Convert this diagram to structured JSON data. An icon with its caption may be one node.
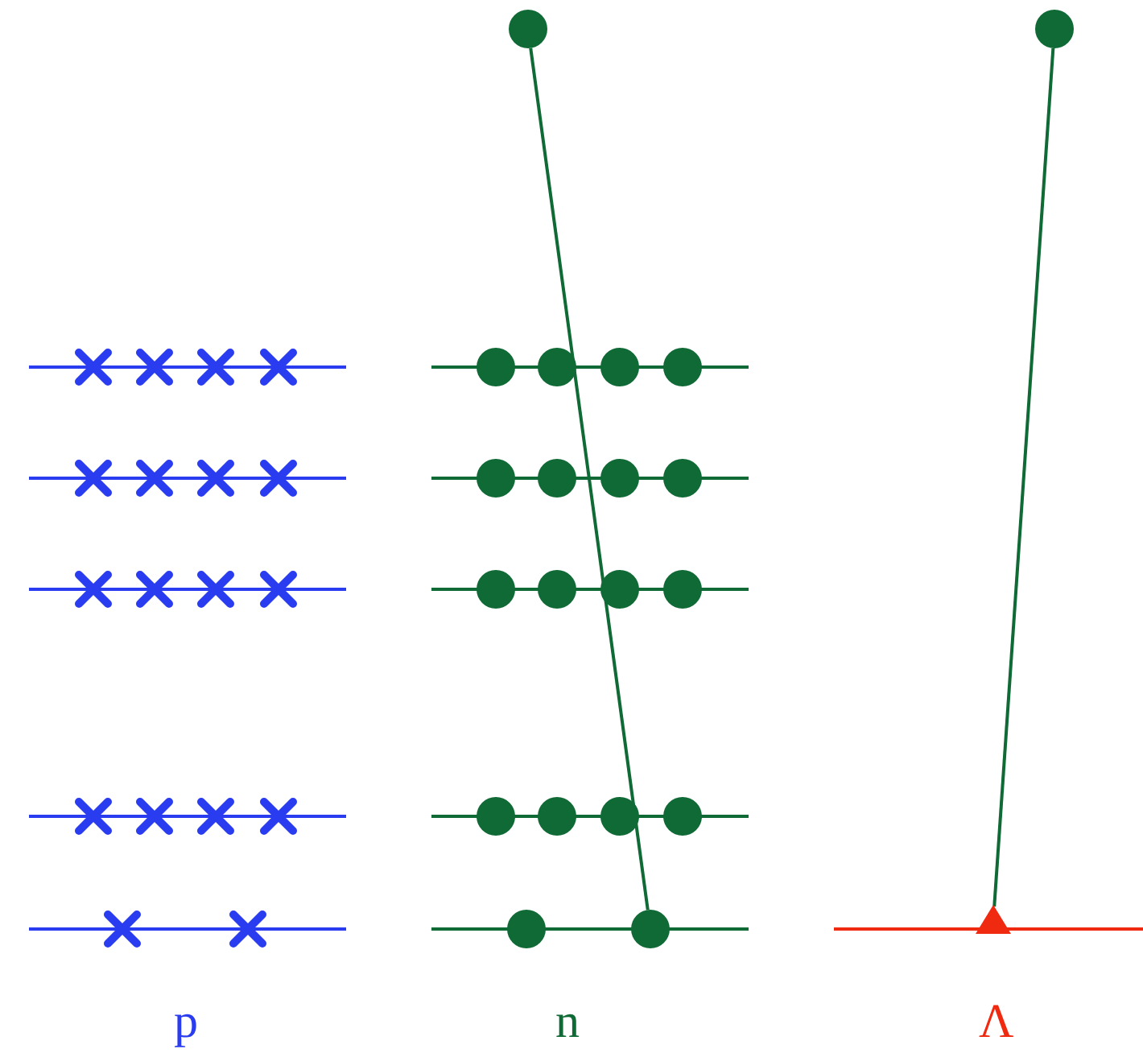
{
  "diagram": {
    "nodes": [
      {
        "text": [],
        "shape": "circle"
      },
      {
        "text": [],
        "shape": "circle"
      },
      {
        "text": [],
        "shape": "circle"
      },
      {
        "text": [],
        "shape": "triangle"
      }
    ],
    "edges": [
      {
        "from": 0,
        "to": 1,
        "arrow": "none"
      },
      {
        "from": 2,
        "to": 3,
        "arrow": "none"
      }
    ],
    "labels": [
      "p",
      "n",
      "Λ"
    ]
  }
}
